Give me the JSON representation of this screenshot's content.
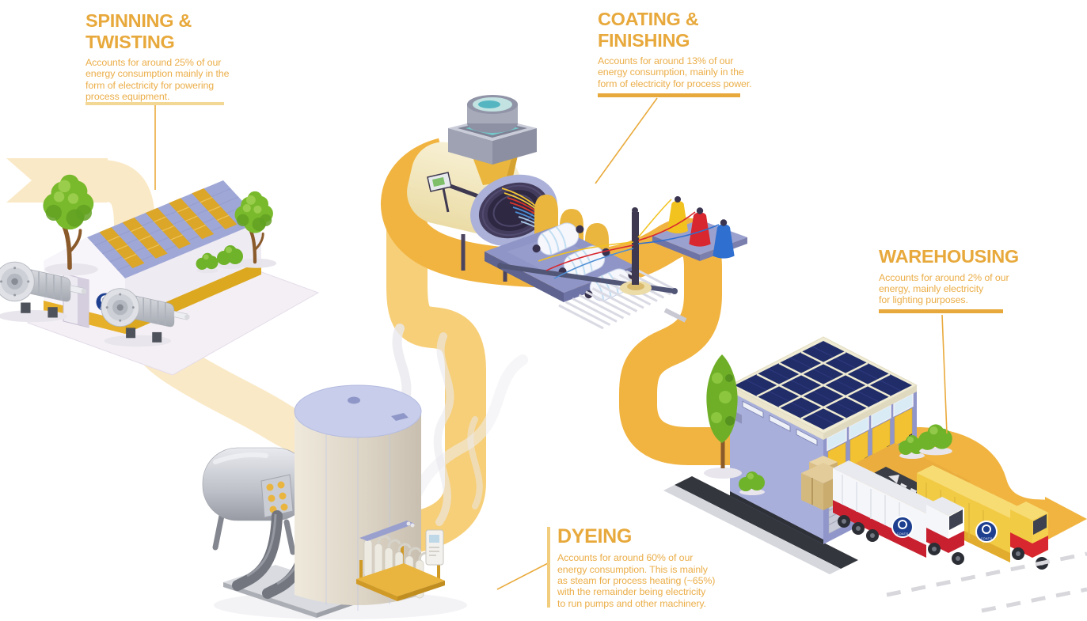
{
  "stages": [
    {
      "id": "spinning",
      "title": "SPINNING &\nTWISTING",
      "share_of_energy": "25%",
      "description": "Accounts for around 25% of our\nenergy consumption mainly in the\nform of electricity for powering\nprocess equipment."
    },
    {
      "id": "coating",
      "title": "COATING &\nFINISHING",
      "share_of_energy": "13%",
      "description": "Accounts for around 13% of our\nenergy consumption, mainly in the\nform of electricity for process power."
    },
    {
      "id": "warehousing",
      "title": "WAREHOUSING",
      "share_of_energy": "2%",
      "description": "Accounts for around 2% of our\nenergy, mainly electricity\nfor lighting purposes."
    },
    {
      "id": "dyeing",
      "title": "DYEING",
      "share_of_energy": "60%",
      "description": "Accounts for around 60% of our\nenergy consumption. This is mainly\nas steam for process heating (~65%)\nwith the remainder being electricity\nto run pumps and other machinery."
    }
  ],
  "branding": {
    "logo_text": "COATS"
  },
  "illustrations": {
    "spinning": "factory-building-with-electric-motors-and-trees",
    "dyeing": "dye-tank-boiler-pipes-steam",
    "coating": "coating-machine-with-thread-cones",
    "warehousing": "warehouse-with-solar-panels-and-trucks",
    "journey": "winding-yellow-process-path-ending-in-arrow"
  },
  "colors": {
    "title_gold": "#E8A93C",
    "body_gold": "#EBAE49",
    "path_pale": "#FAE9C6",
    "path_medium": "#F7CF78",
    "path_gold": "#F1B441",
    "underline_pale": "#F2D795",
    "building_lavender": "#A9AFDB",
    "roof_lavender": "#9FA7D6",
    "solar_navy": "#212D68",
    "skylight_gold": "#DCA628",
    "tree_green": "#79B92C",
    "tank_cream": "#E0D8CA",
    "machine_gray": "#B9BCC6",
    "truck_red": "#C8202F",
    "truck_yellow": "#F2CB45",
    "logo_navy": "#1E3F8F"
  }
}
